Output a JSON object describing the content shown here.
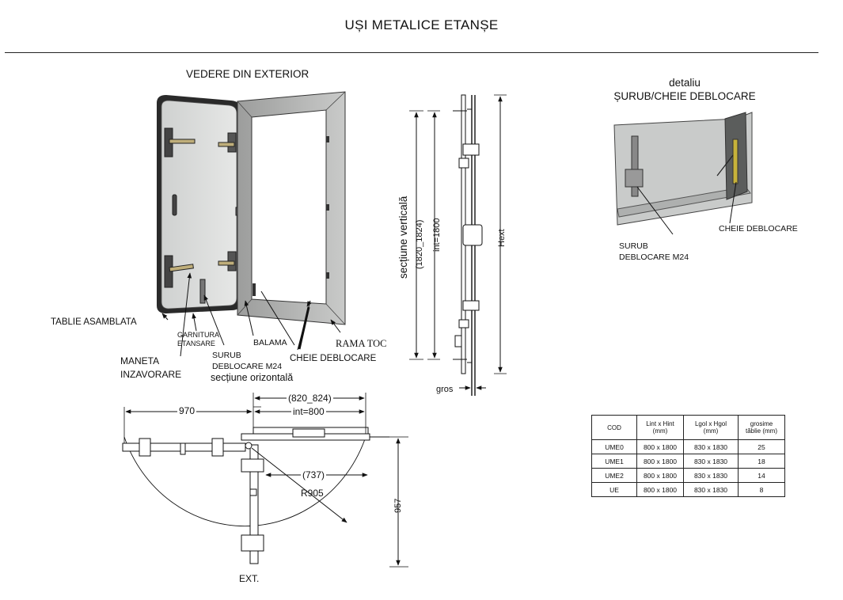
{
  "title": "UȘI METALICE ETANȘE",
  "exterior_view": {
    "title": "VEDERE DIN EXTERIOR",
    "labels": {
      "tablie": "TABLIE ASAMBLATA",
      "garnitura": "GARNITURA\nETANSARE",
      "maneta": "MANETA\nINZAVORARE",
      "surub": "SURUB\nDEBLOCARE M24",
      "balama": "BALAMA",
      "cheie": "CHEIE DEBLOCARE",
      "rama": "RAMA TOC"
    }
  },
  "vertical_section": {
    "title": "secțiune verticală",
    "dim_outer": "(1820_1824)",
    "dim_inner": "int=1800",
    "dim_h": "Hext",
    "gros": "gros"
  },
  "detail": {
    "title": "detaliu\nȘURUB/CHEIE DEBLOCARE",
    "label_surub": "SURUB\nDEBLOCARE M24",
    "label_cheie": "CHEIE DEBLOCARE"
  },
  "horizontal_section": {
    "title": "secțiune orizontală",
    "dim_970": "970",
    "dim_820": "(820_824)",
    "dim_int": "int=800",
    "dim_737": "(737)",
    "radius": "R905",
    "dim_957": "957",
    "ext": "EXT."
  },
  "table": {
    "headers": [
      "COD",
      "Lint x Hint\n(mm)",
      "Lgol x Hgol\n(mm)",
      "grosime\ntăblie (mm)"
    ],
    "rows": [
      [
        "UME0",
        "800  x 1800",
        "830  x 1830",
        "25"
      ],
      [
        "UME1",
        "800  x 1800",
        "830  x 1830",
        "18"
      ],
      [
        "UME2",
        "800  x 1800",
        "830  x 1830",
        "14"
      ],
      [
        "UE",
        "800  x 1800",
        "830  x 1830",
        "8"
      ]
    ]
  }
}
